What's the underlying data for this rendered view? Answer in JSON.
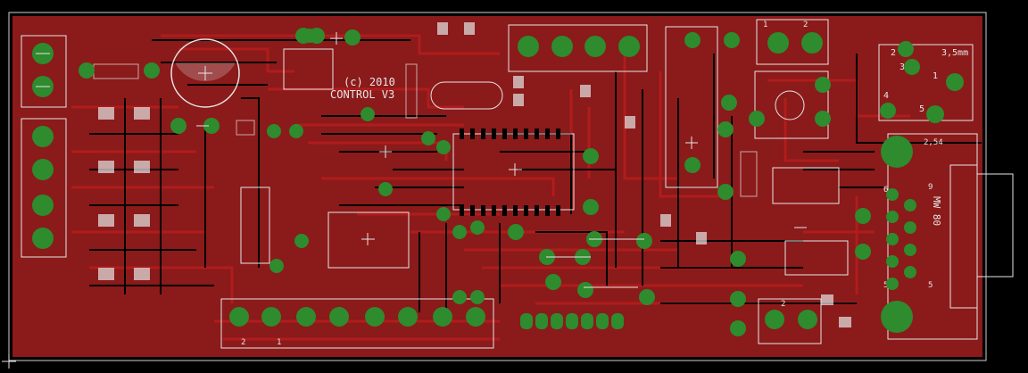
{
  "board": {
    "copyright_line": "(c) 2010",
    "product_line": "CONTROL V3",
    "jack_label": "3,5mm",
    "pitch_label": "2,54",
    "mw_label": "MW 80",
    "jack_pins": [
      "1",
      "2",
      "3",
      "4",
      "5"
    ],
    "header_pins_left": [
      "6",
      "5"
    ],
    "header_pins_right": [
      "9",
      "5"
    ],
    "terminal_pin_labels": [
      "1",
      "2"
    ]
  },
  "colors": {
    "background": "#000000",
    "copper_top": "#8b1a1a",
    "copper_trace": "#b01c1c",
    "pad": "#2e8b2e",
    "pad_ring": "#45b045",
    "silkscreen": "#e6e6e6",
    "drill": "#000000"
  }
}
